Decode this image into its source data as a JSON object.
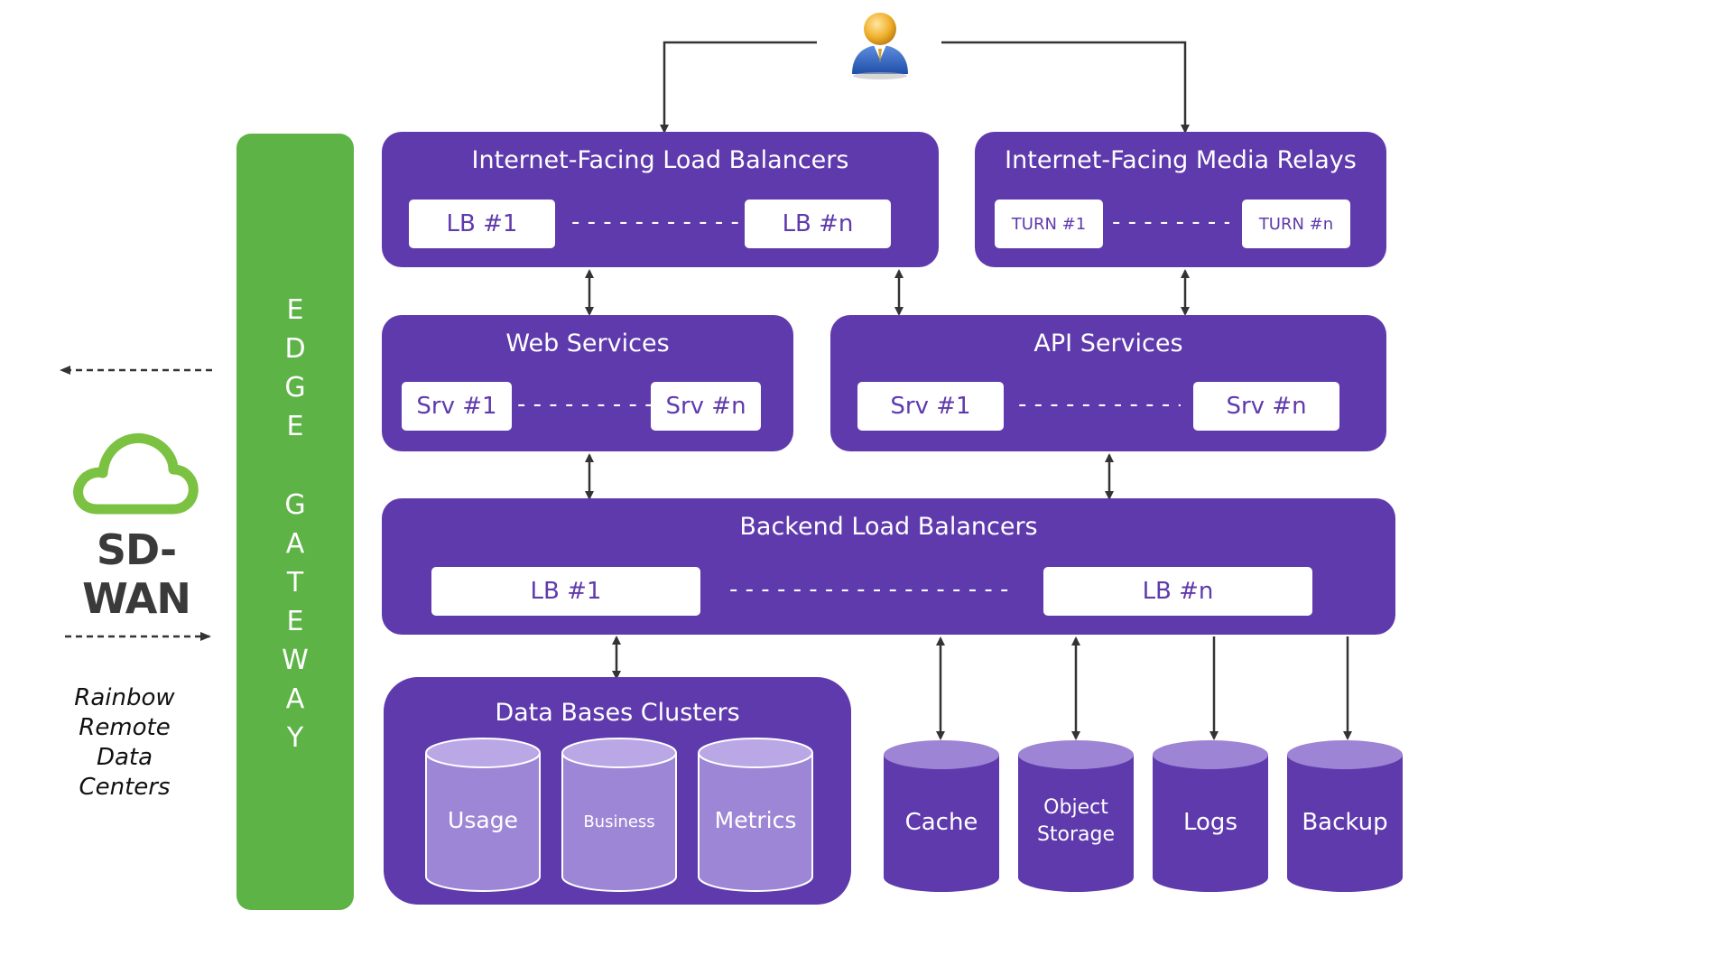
{
  "gateway": {
    "letters_edge": [
      "E",
      "D",
      "G",
      "E"
    ],
    "letters_gateway": [
      "G",
      "A",
      "T",
      "E",
      "W",
      "A",
      "Y"
    ],
    "color": "#5db345"
  },
  "sdwan": {
    "logo_text": "SD-WAN",
    "remote_lines": [
      "Rainbow",
      "Remote",
      "Data",
      "Centers"
    ],
    "cloud_color": "#7cc242"
  },
  "user": {
    "icon": "user-icon"
  },
  "internet_lb": {
    "title": "Internet-Facing Load Balancers",
    "first": "LB #1",
    "last": "LB #n"
  },
  "media_relays": {
    "title": "Internet-Facing Media Relays",
    "first": "TURN #1",
    "last": "TURN #n"
  },
  "web_services": {
    "title": "Web Services",
    "first": "Srv #1",
    "last": "Srv #n"
  },
  "api_services": {
    "title": "API Services",
    "first": "Srv #1",
    "last": "Srv #n"
  },
  "backend_lb": {
    "title": "Backend Load Balancers",
    "first": "LB #1",
    "last": "LB #n"
  },
  "databases": {
    "title": "Data Bases Clusters",
    "clusters": [
      "Usage",
      "Business",
      "Metrics"
    ]
  },
  "stores": {
    "cache": "Cache",
    "object_storage_line1": "Object",
    "object_storage_line2": "Storage",
    "logs": "Logs",
    "backup": "Backup"
  },
  "colors": {
    "panel": "#5f3aad",
    "db_cylinder": "#9e86d6",
    "store_cylinder": "#5f3aad",
    "arrow": "#333333"
  }
}
